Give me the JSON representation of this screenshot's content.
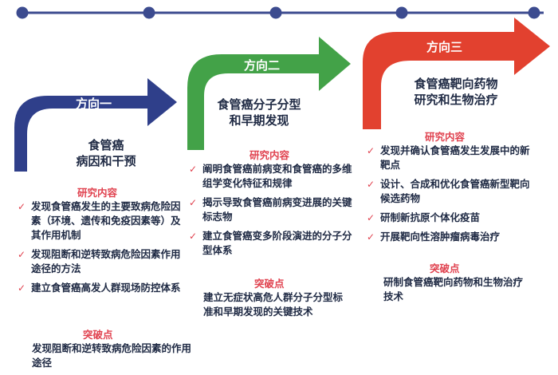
{
  "colors": {
    "timeline": "#3c4b8f",
    "arrow1": "#2f3f8a",
    "arrow2": "#43a248",
    "arrow3": "#e2412f",
    "accent": "#e0424f",
    "text": "#1f2a44"
  },
  "columns": [
    {
      "direction": "方向一",
      "heading": "食管癌\n病因和干预",
      "research_label": "研究内容",
      "items": [
        "发现食管癌发生的主要致病危险因素（环境、遗传和免疫因素等）及其作用机制",
        "发现阻断和逆转致病危险因素作用途径的方法",
        "建立食管癌高发人群现场防控体系"
      ],
      "breakthrough_label": "突破点",
      "breakthrough": "发现阻断和逆转致病危险因素的作用途径"
    },
    {
      "direction": "方向二",
      "heading": "食管癌分子分型\n和早期发现",
      "research_label": "研究内容",
      "items": [
        "阐明食管癌前病变和食管癌的多维组学变化特征和规律",
        "揭示导致食管癌前病变进展的关键标志物",
        "建立食管癌变多阶段演进的分子分型体系"
      ],
      "breakthrough_label": "突破点",
      "breakthrough": "建立无症状高危人群分子分型标准和早期发现的关键技术"
    },
    {
      "direction": "方向三",
      "heading": "食管癌靶向药物\n研究和生物治疗",
      "research_label": "研究内容",
      "items": [
        "发现并确认食管癌发生发展中的新靶点",
        "设计、合成和优化食管癌新型靶向候选药物",
        "研制新抗原个体化疫苗",
        "开展靶向性溶肿瘤病毒治疗"
      ],
      "breakthrough_label": "突破点",
      "breakthrough": "研制食管癌靶向药物和生物治疗技术"
    }
  ]
}
